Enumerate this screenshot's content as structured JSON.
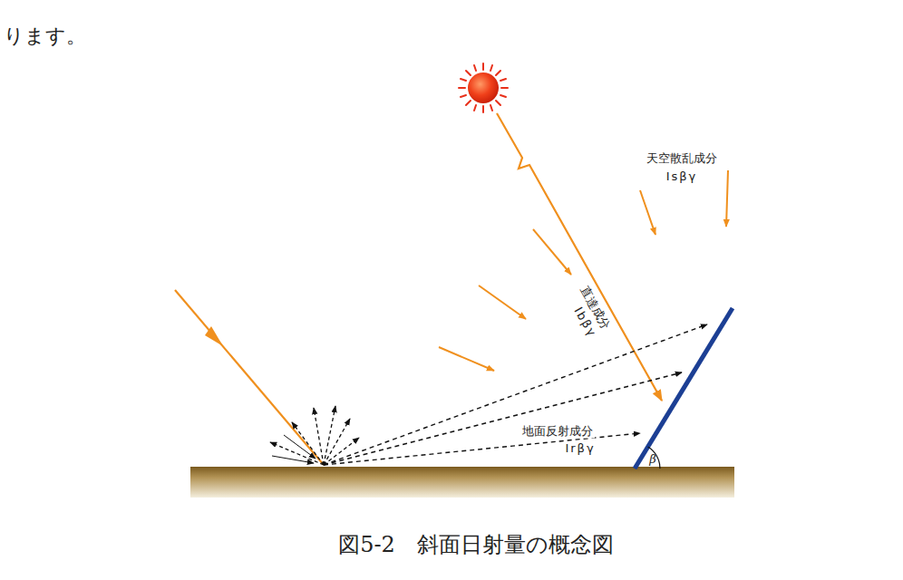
{
  "diagram": {
    "caption": "図5-2　斜面日射量の概念図",
    "labels": [
      "ります。",
      "天空散乱成分",
      "Isβγ",
      "直達成分",
      "Ibβγ",
      "地面反射成分",
      "Irβγ",
      "β"
    ]
  }
}
